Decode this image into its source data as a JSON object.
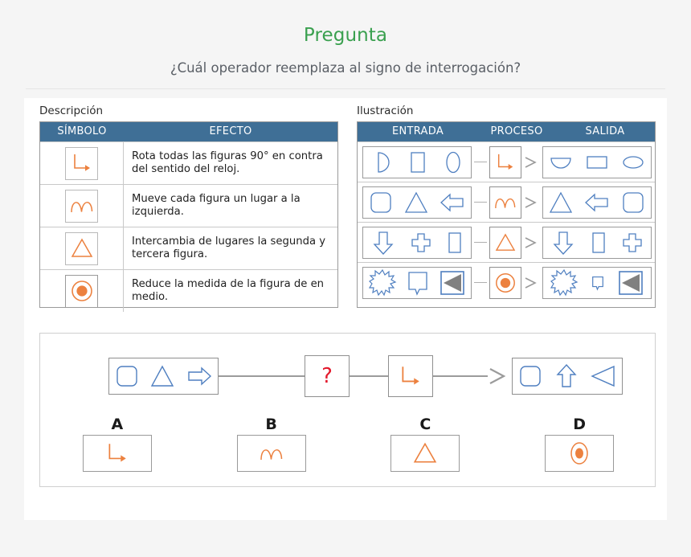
{
  "header": {
    "title": "Pregunta",
    "subtitle": "¿Cuál operador reemplaza al signo de interrogación?",
    "title_color": "#3aa04f",
    "subtitle_color": "#5a5f66"
  },
  "colors": {
    "table_header_bg": "#3f6f96",
    "orange": "#ec813f",
    "blue": "#4f7fc0",
    "red": "#e3192c",
    "gray_fill": "#808080",
    "page_bg": "#f5f5f5",
    "card_bg": "#ffffff"
  },
  "description": {
    "caption": "Descripción",
    "headers": [
      "SÍMBOLO",
      "EFECTO"
    ],
    "rows": [
      {
        "symbol": "rotate-operator-icon",
        "effect": "Rota todas las figuras 90° en contra del sentido del reloj."
      },
      {
        "symbol": "shift-left-operator-icon",
        "effect": "Mueve cada figura un lugar a la izquierda."
      },
      {
        "symbol": "swap-operator-icon",
        "effect": "Intercambia de lugares la segunda y tercera figura."
      },
      {
        "symbol": "shrink-operator-icon",
        "effect": "Reduce la medida de la figura de en medio."
      }
    ]
  },
  "illustration": {
    "caption": "Ilustración",
    "headers": [
      "ENTRADA",
      "PROCESO",
      "SALIDA"
    ],
    "rows": [
      {
        "input": [
          "half-circle-shape",
          "rectangle-shape",
          "ellipse-vertical-shape"
        ],
        "operator": "rotate-operator-icon",
        "output": [
          "half-circle-rotated-shape",
          "rectangle-rotated-shape",
          "ellipse-horizontal-shape"
        ]
      },
      {
        "input": [
          "rounded-square-shape",
          "triangle-shape",
          "left-arrow-shape"
        ],
        "operator": "shift-left-operator-icon",
        "output": [
          "triangle-shape",
          "left-arrow-shape",
          "rounded-square-shape"
        ]
      },
      {
        "input": [
          "down-arrow-shape",
          "cross-shape",
          "rectangle-shape"
        ],
        "operator": "swap-operator-icon",
        "output": [
          "down-arrow-shape",
          "rectangle-shape",
          "cross-shape"
        ]
      },
      {
        "input": [
          "starburst-shape",
          "speech-bubble-shape",
          "left-triangle-filled-shape"
        ],
        "operator": "shrink-operator-icon",
        "output": [
          "starburst-shape",
          "speech-bubble-small-shape",
          "left-triangle-filled-shape"
        ]
      }
    ]
  },
  "question": {
    "input": [
      "rounded-square-shape",
      "triangle-shape",
      "right-arrow-shape"
    ],
    "unknown_label": "?",
    "operator": "rotate-operator-icon",
    "output": [
      "rounded-square-shape",
      "up-arrow-shape",
      "left-triangle-shape"
    ]
  },
  "options": [
    {
      "label": "A",
      "symbol": "rotate-operator-icon"
    },
    {
      "label": "B",
      "symbol": "shift-left-operator-icon"
    },
    {
      "label": "C",
      "symbol": "swap-operator-icon"
    },
    {
      "label": "D",
      "symbol": "shrink-operator-icon"
    }
  ]
}
